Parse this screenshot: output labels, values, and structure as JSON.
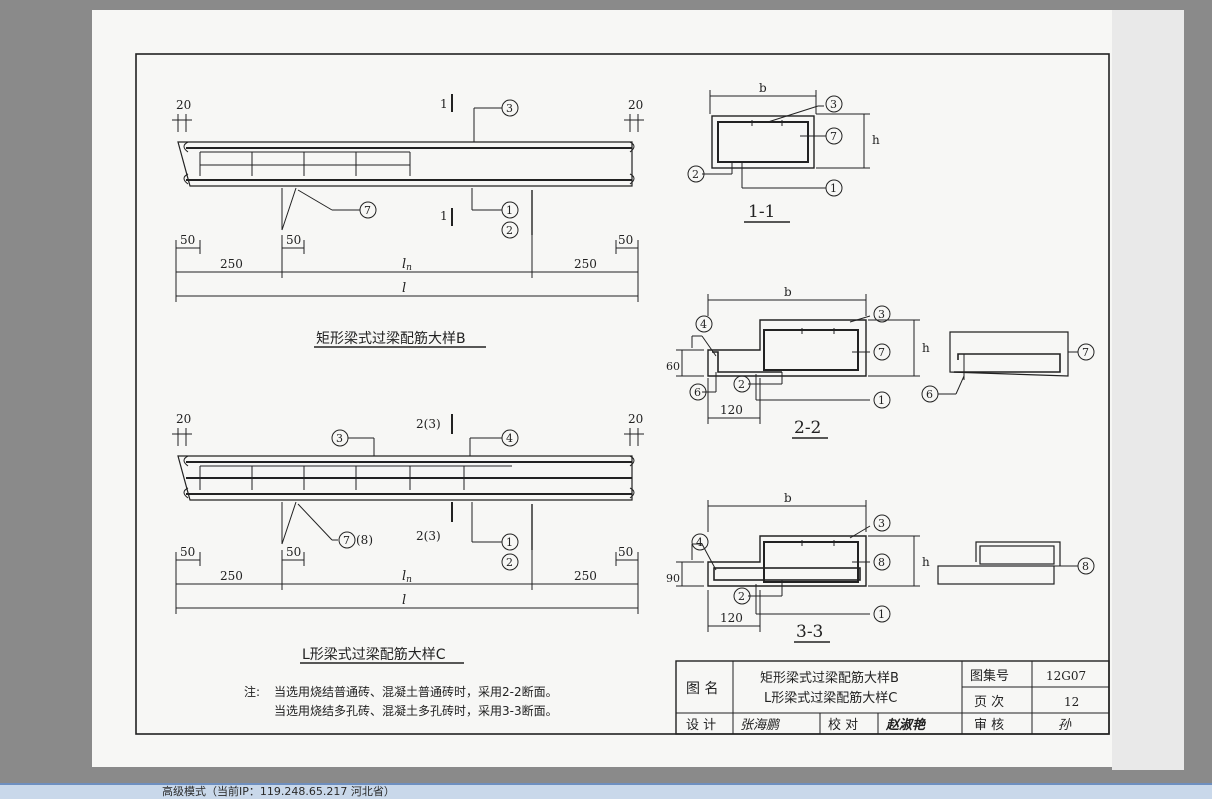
{
  "drawing": {
    "beam_b_title": "矩形梁式过梁配筋大样B",
    "beam_c_title": "L形梁式过梁配筋大样C",
    "dim_20": "20",
    "dim_50": "50",
    "dim_250": "250",
    "dim_ln": "l",
    "dim_ln_sub": "n",
    "dim_l": "l",
    "dim_b": "b",
    "dim_h": "h",
    "dim_60": "60",
    "dim_90": "90",
    "dim_120": "120",
    "cut_1": "1",
    "cut_2_3": "2(3)",
    "mark_1": "1",
    "mark_2": "2",
    "mark_3": "3",
    "mark_4": "4",
    "mark_6": "6",
    "mark_7": "7",
    "mark_8": "8",
    "mark_7_8_paren": "(8)",
    "section_1_1": "1-1",
    "section_2_2": "2-2",
    "section_3_3": "3-3"
  },
  "notes": {
    "label": "注:",
    "line1": "当选用烧结普通砖、混凝土普通砖时，采用2-2断面。",
    "line2": "当选用烧结多孔砖、混凝土多孔砖时，采用3-3断面。"
  },
  "title_block": {
    "name_label": "图 名",
    "name_line1": "矩形梁式过梁配筋大样B",
    "name_line2": "L形梁式过梁配筋大样C",
    "atlas_label": "图集号",
    "atlas_value": "12G07",
    "page_label": "页 次",
    "page_value": "12",
    "design_label": "设 计",
    "design_sign": "张海鹏",
    "check_label": "校 对",
    "check_sign": "赵淑艳",
    "review_label": "审 核",
    "review_sign": "孙"
  },
  "status_bar": {
    "text": "高级模式（当前IP：119.248.65.217 河北省）"
  }
}
